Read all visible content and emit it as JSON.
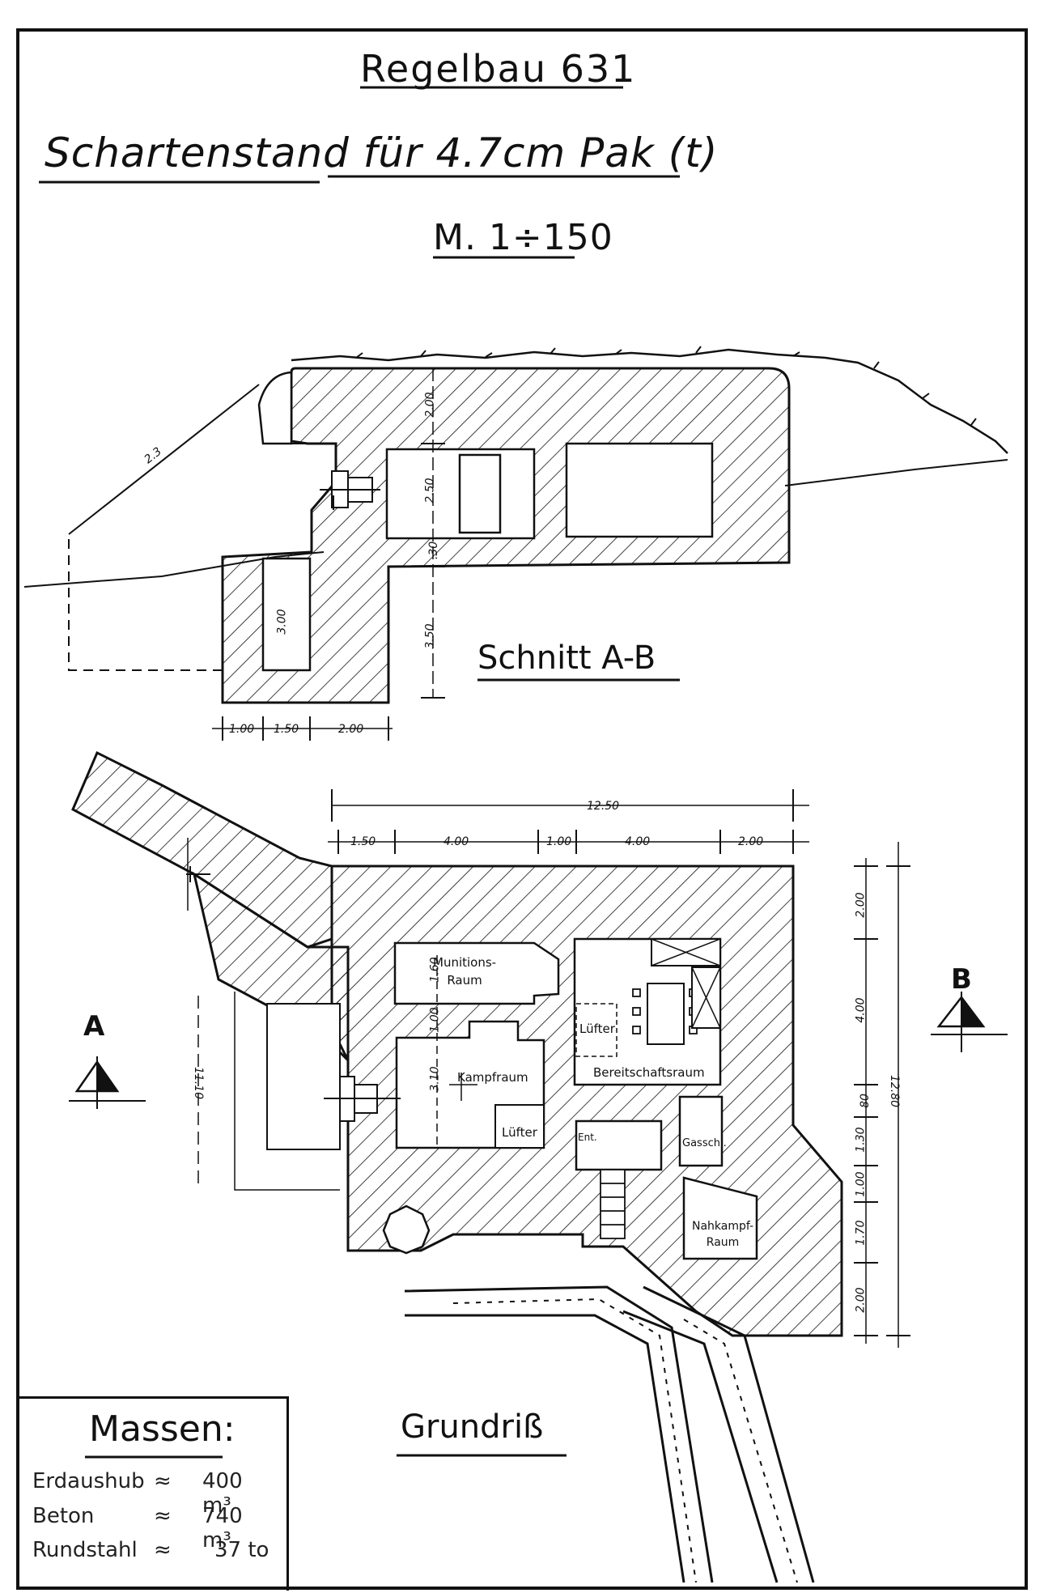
{
  "titles": {
    "regelbau": "Regelbau 631",
    "main": "Schartenstand für 4.7cm Pak (t)",
    "scale": "M. 1÷150",
    "section": "Schnitt A-B",
    "plan": "Grundriß"
  },
  "markers": {
    "a": "A",
    "b": "B"
  },
  "rooms": {
    "munition": "Munitions-\nRaum",
    "kampfraum": "Kampfraum",
    "luefter1": "Lüfter",
    "luefter2": "Lüfter",
    "bereitschaft": "Bereitschaftsraum",
    "gasschl": "Gasschl.",
    "ent": "Ent.",
    "nahkampf": "Nahkampf-\nRaum"
  },
  "section_dims": {
    "d_2_3": "2.3",
    "d_2_00_top": "2.00",
    "d_2_50": "2.50",
    "d_30": ".30",
    "d_3_00": "3.00",
    "d_3_50": "3.50",
    "bottom_1_00": "1.00",
    "bottom_1_50": "1.50",
    "bottom_2_00": "2.00"
  },
  "plan_dims": {
    "total": "12.50",
    "top_1_50": "1.50",
    "top_4_00a": "4.00",
    "top_1_00": "1.00",
    "top_4_00b": "4.00",
    "top_2_00": "2.00",
    "r_2_00a": "2.00",
    "r_4_00": "4.00",
    "r_80": "80",
    "r_1_30": "1.30",
    "r_1_00": "1.00",
    "r_1_70": "1.70",
    "r_2_00b": "2.00",
    "r_total": "12.80",
    "left_11_10": "11.10",
    "inner_1_60": "1.60",
    "inner_1_00": "1.00",
    "inner_3_10": "3.10"
  },
  "massen": {
    "title": "Massen:",
    "rows": [
      {
        "label": "Erdaushub",
        "sep": "≈",
        "value": "400 m³"
      },
      {
        "label": "Beton",
        "sep": "≈",
        "value": "740 m³"
      },
      {
        "label": "Rundstahl",
        "sep": "≈",
        "value": "37 to"
      }
    ]
  }
}
